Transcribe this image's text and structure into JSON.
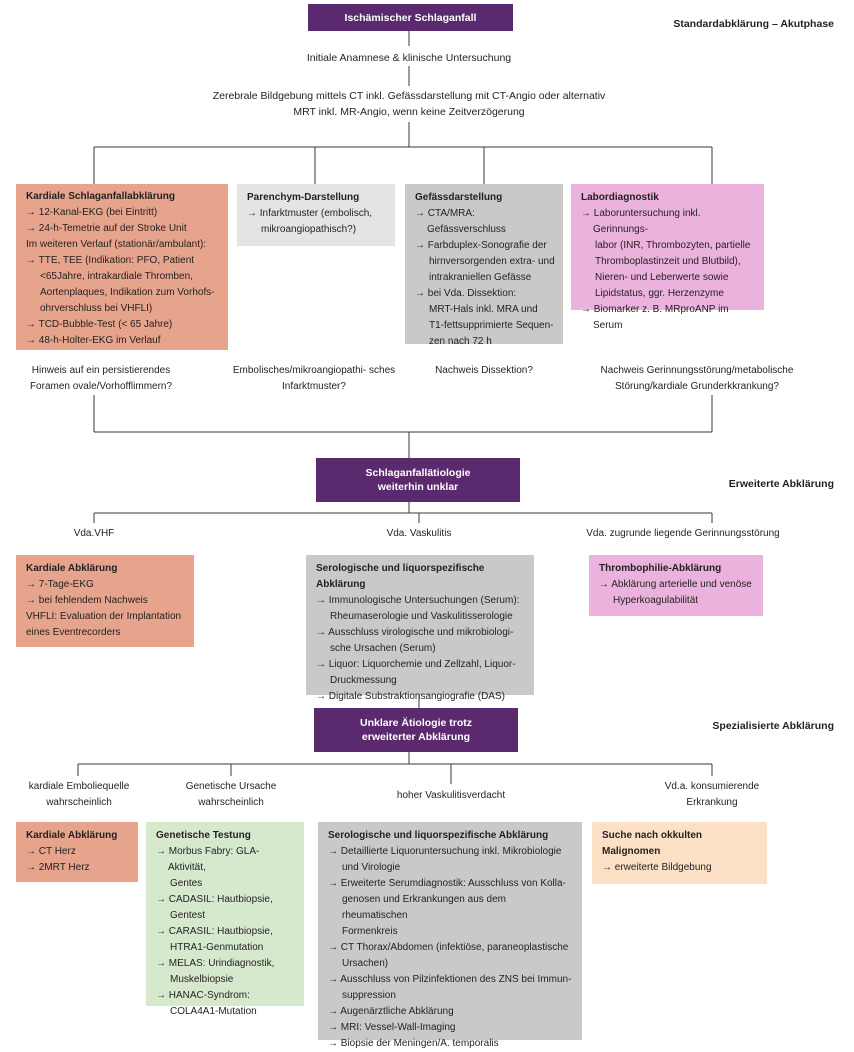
{
  "sections": {
    "acute": "Standardabklärung – Akutphase",
    "extended": "Erweiterte Abklärung",
    "specialized": "Spezialisierte Abklärung"
  },
  "top": {
    "title": "Ischämischer Schlaganfall",
    "step1": "Initiale Anamnese & klinische Untersuchung",
    "step2_line1": "Zerebrale Bildgebung mittels CT inkl. Gefässdarstellung mit CT-Angio oder",
    "step2_line2": "alternativ MRT inkl. MR-Angio, wenn keine Zeitverzögerung"
  },
  "level1": {
    "kardial": {
      "title": "Kardiale Schlaganfallabklärung",
      "lines": [
        "→ 12-Kanal-EKG (bei Eintritt)",
        "→ 24-h-Temetrie auf der Stroke Unit",
        "Im weiteren Verlauf (stationär/ambulant):",
        "→ TTE, TEE (Indikation: PFO, Patient",
        "<65Jahre, intrakardiale Thromben,",
        "Aortenplaques, Indikation zum Vorhofs-",
        "ohrverschluss bei VHFLI)",
        "→ TCD-Bubble-Test (< 65 Jahre)",
        "→ 48-h-Holter-EKG im Verlauf"
      ],
      "question_line1": "Hinweis auf ein persistierendes",
      "question_line2": "Foramen ovale/Vorhofflimmern?"
    },
    "parenchym": {
      "title": "Parenchym-Darstellung",
      "lines": [
        "→ Infarktmuster (embolisch,",
        "mikroangiopathisch?)"
      ],
      "question_line1": "Embolisches/mikroangiopathi-",
      "question_line2": "sches Infarktmuster?"
    },
    "gefaess": {
      "title": "Gefässdarstellung",
      "lines": [
        "→ CTA/MRA: Gefässverschluss",
        "→ Farbduplex-Sonografie der",
        "hirnversorgenden extra- und",
        "intrakraniellen Gefässe",
        "→ bei Vda. Dissektion:",
        "MRT-Hals inkl. MRA und",
        "T1-fettsupprimierte Sequen-",
        "zen nach 72 h"
      ],
      "question_line1": "Nachweis Dissektion?",
      "question_line2": ""
    },
    "labor": {
      "title": "Labordiagnostik",
      "lines": [
        "→ Laboruntersuchung inkl. Gerinnungs-",
        "labor (INR, Thrombozyten, partielle",
        "Thromboplastinzeit und Blutbild),",
        "Nieren- und Leberwerte sowie",
        "Lipidstatus, ggr. Herzenzyme",
        "→ Biomarker z. B. MRproANP im Serum"
      ],
      "question_line1": "Nachweis Gerinnungsstörung/metabolische",
      "question_line2": "Störung/kardiale Grunderkkrankung?"
    }
  },
  "middle": {
    "title_line1": "Schlaganfallätiologie",
    "title_line2": "weiterhin unklar"
  },
  "level2": {
    "vhf": {
      "label": "Vda.VHF",
      "title": "Kardiale Abklärung",
      "lines": [
        "→ 7-Tage-EKG",
        "→ bei fehlendem Nachweis",
        "VHFLI: Evaluation der Implantation",
        "eines Eventrecorders"
      ]
    },
    "vaskulitis": {
      "label": "Vda. Vaskulitis",
      "title": "Serologische und liquorspezifische Abklärung",
      "lines": [
        "→ Immunologische Untersuchungen (Serum):",
        "Rheumaserologie und Vaskulitisserologie",
        "→ Ausschluss virologische und mikrobiologi-",
        "sche Ursachen (Serum)",
        "→ Liquor: Liquorchemie und Zellzahl, Liquor-",
        "Druckmessung",
        "→ Digitale Substraktionsangiografie (DAS)"
      ]
    },
    "gerinnung": {
      "label": "Vda. zugrunde liegende Gerinnungsstörung",
      "title": "Thrombophilie-Abklärung",
      "lines": [
        "→ Abklärung arterielle und venöse",
        "Hyperkoagulabilität"
      ]
    }
  },
  "bottom": {
    "title_line1": "Unklare Ätiologie trotz",
    "title_line2": "erweiterter Abklärung"
  },
  "level3": {
    "kardial": {
      "label_line1": "kardiale Emboliequelle",
      "label_line2": "wahrscheinlich",
      "title": "Kardiale Abklärung",
      "lines": [
        "→ CT Herz",
        "→ 2MRT Herz"
      ]
    },
    "genetisch": {
      "label_line1": "Genetische Ursache",
      "label_line2": "wahrscheinlich",
      "title": "Genetische Testung",
      "lines": [
        "→ Morbus Fabry: GLA-Aktivität,",
        "Gentes",
        "→ CADASIL: Hautbiopsie,",
        "Gentest",
        "→ CARASIL: Hautbiopsie,",
        "HTRA1-Genmutation",
        "→ MELAS: Urindiagnostik,",
        "Muskelbiopsie",
        "→ HANAC-Syndrom:",
        "COLA4A1-Mutation"
      ]
    },
    "vaskulitis": {
      "label_line1": "hoher Vaskulitisverdacht",
      "label_line2": "",
      "title": "Serologische und liquorspezifische Abklärung",
      "lines": [
        "→ Detaillierte Liquoruntersuchung inkl. Mikrobiologie",
        "und Virologie",
        "→ Erweiterte Serumdiagnostik: Ausschluss von Kolla-",
        "genosen und Erkrankungen aus dem rheumatischen",
        "Formenkreis",
        "→ CT Thorax/Abdomen (infektiöse, paraneoplastische",
        "Ursachen)",
        "→ Ausschluss von Pilzinfektionen des ZNS bei Immun-",
        "suppression",
        "→ Augenärztliche Abklärung",
        "→ MRI: Vessel-Wall-Imaging",
        "→ Biopsie der Meningen/A. temporalis"
      ]
    },
    "malignom": {
      "label_line1": "Vd.a. konsumierende",
      "label_line2": "Erkrankung",
      "title": "Suche nach okkulten Malignomen",
      "lines": [
        "→ erweiterte Bildgebung"
      ]
    }
  }
}
